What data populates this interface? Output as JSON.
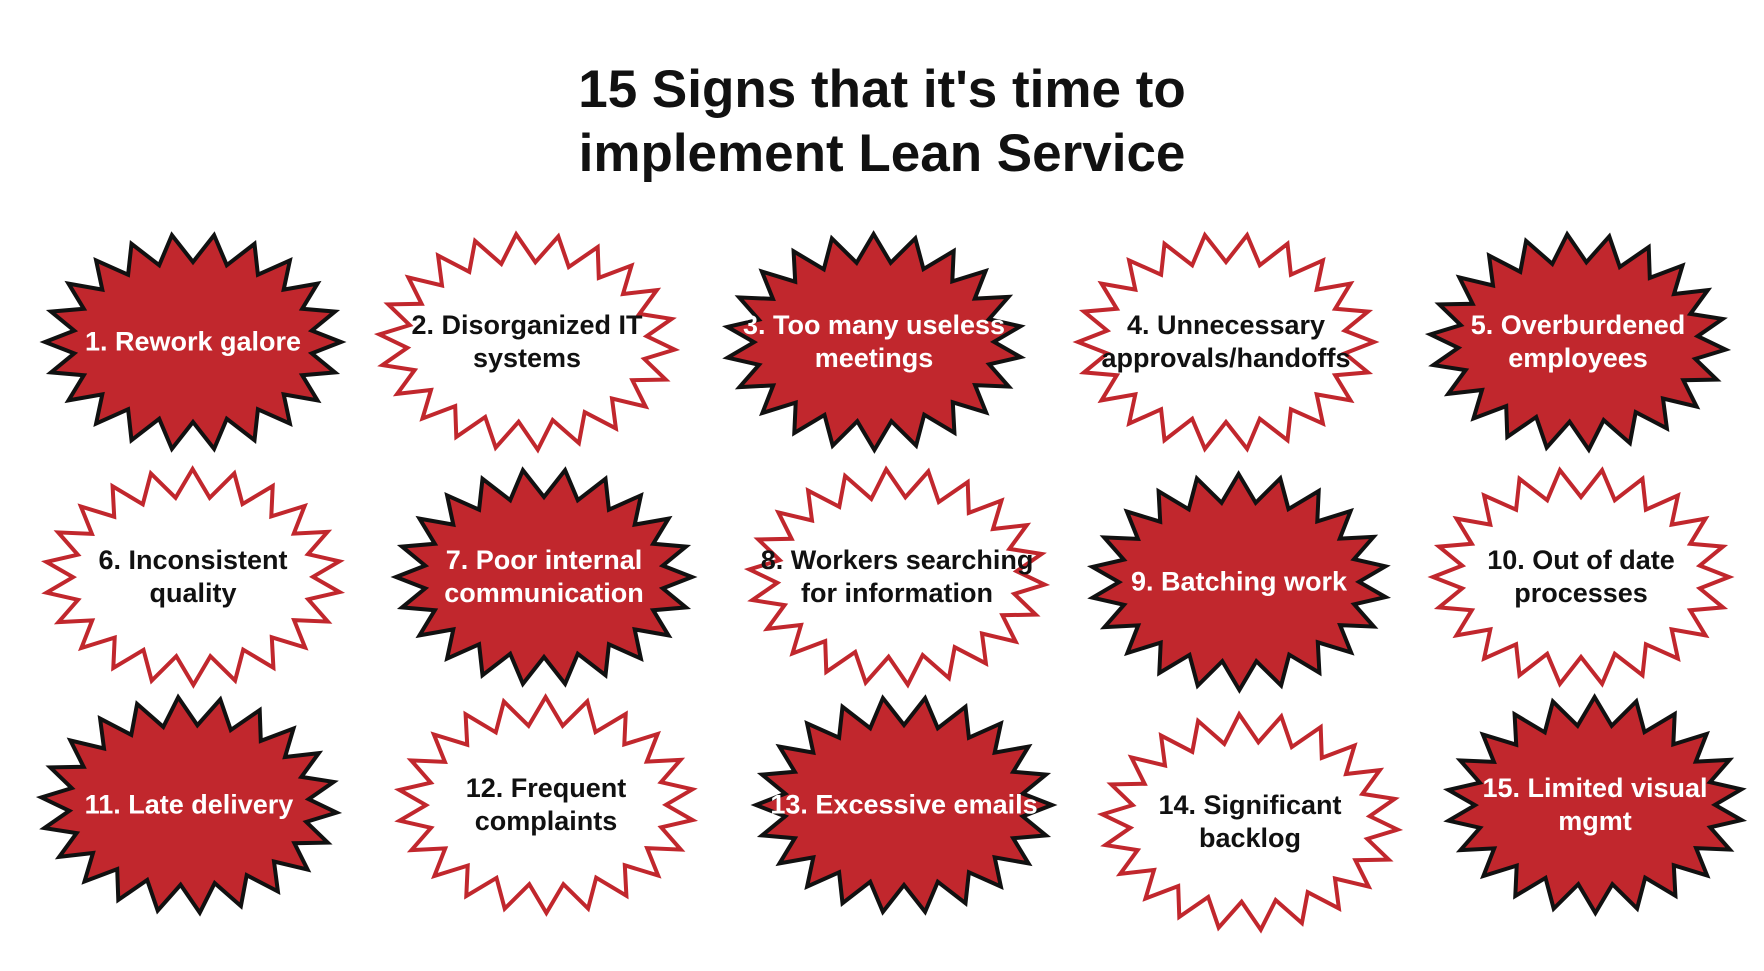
{
  "title": {
    "line1": "15 Signs that it's time to",
    "line2": "implement Lean Service"
  },
  "colors": {
    "burst_fill": "#c1272d",
    "burst_outline_filled": "#111111",
    "burst_outline_empty": "#c1272d",
    "text_on_fill": "#ffffff",
    "text_on_white": "#111111"
  },
  "signs": [
    {
      "lines": [
        "1. Rework galore"
      ],
      "style": "filled"
    },
    {
      "lines": [
        "2. Disorganized IT",
        "systems"
      ],
      "style": "outline"
    },
    {
      "lines": [
        "3. Too many useless",
        "meetings"
      ],
      "style": "filled"
    },
    {
      "lines": [
        "4. Unnecessary",
        "approvals/handoffs"
      ],
      "style": "outline"
    },
    {
      "lines": [
        "5. Overburdened",
        "employees"
      ],
      "style": "filled"
    },
    {
      "lines": [
        "6. Inconsistent",
        "quality"
      ],
      "style": "outline"
    },
    {
      "lines": [
        "7. Poor internal",
        "communication"
      ],
      "style": "filled"
    },
    {
      "lines": [
        "8. Workers searching",
        "for information"
      ],
      "style": "outline"
    },
    {
      "lines": [
        "9. Batching work"
      ],
      "style": "filled"
    },
    {
      "lines": [
        "10. Out of date",
        "processes"
      ],
      "style": "outline"
    },
    {
      "lines": [
        "11. Late delivery"
      ],
      "style": "filled"
    },
    {
      "lines": [
        "12. Frequent",
        "complaints"
      ],
      "style": "outline"
    },
    {
      "lines": [
        "13. Excessive emails"
      ],
      "style": "filled"
    },
    {
      "lines": [
        "14. Significant",
        "backlog"
      ],
      "style": "outline"
    },
    {
      "lines": [
        "15. Limited visual",
        "mgmt"
      ],
      "style": "filled"
    }
  ]
}
